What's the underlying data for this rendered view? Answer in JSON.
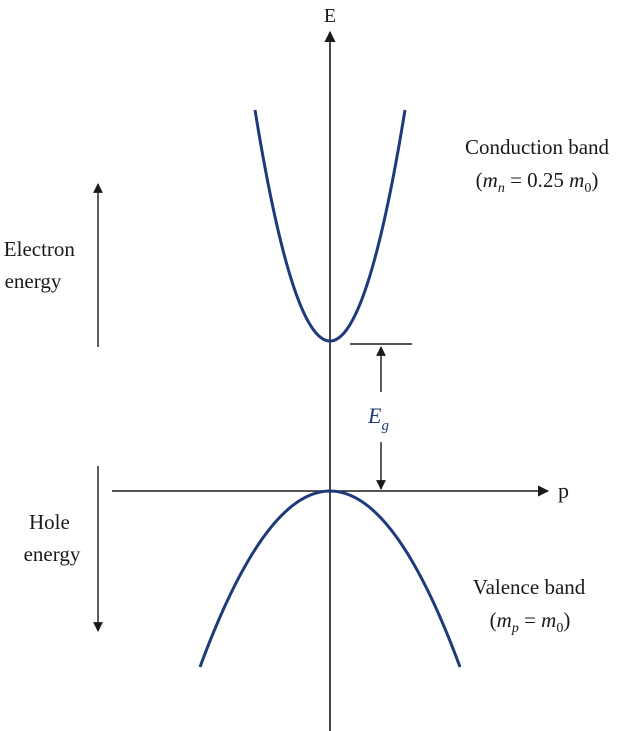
{
  "axes": {
    "e_label": "E",
    "p_label": "p"
  },
  "left_labels": {
    "electron_energy": [
      "Electron",
      "energy"
    ],
    "hole_energy": [
      "Hole",
      "energy"
    ]
  },
  "conduction_band": {
    "name": "Conduction band",
    "mass_var": "m",
    "mass_sub": "n",
    "mass_eq": " = 0.25 ",
    "mass_ref": "m",
    "mass_ref_sub": "0"
  },
  "valence_band": {
    "name": "Valence band",
    "mass_var": "m",
    "mass_sub": "p",
    "mass_eq": " = ",
    "mass_ref": "m",
    "mass_ref_sub": "0"
  },
  "gap": {
    "symbol": "E",
    "sub": "g"
  },
  "colors": {
    "band_curve": "#1f3a7a",
    "gap_label": "#1f3a7a",
    "ink": "#1a1a1a"
  }
}
